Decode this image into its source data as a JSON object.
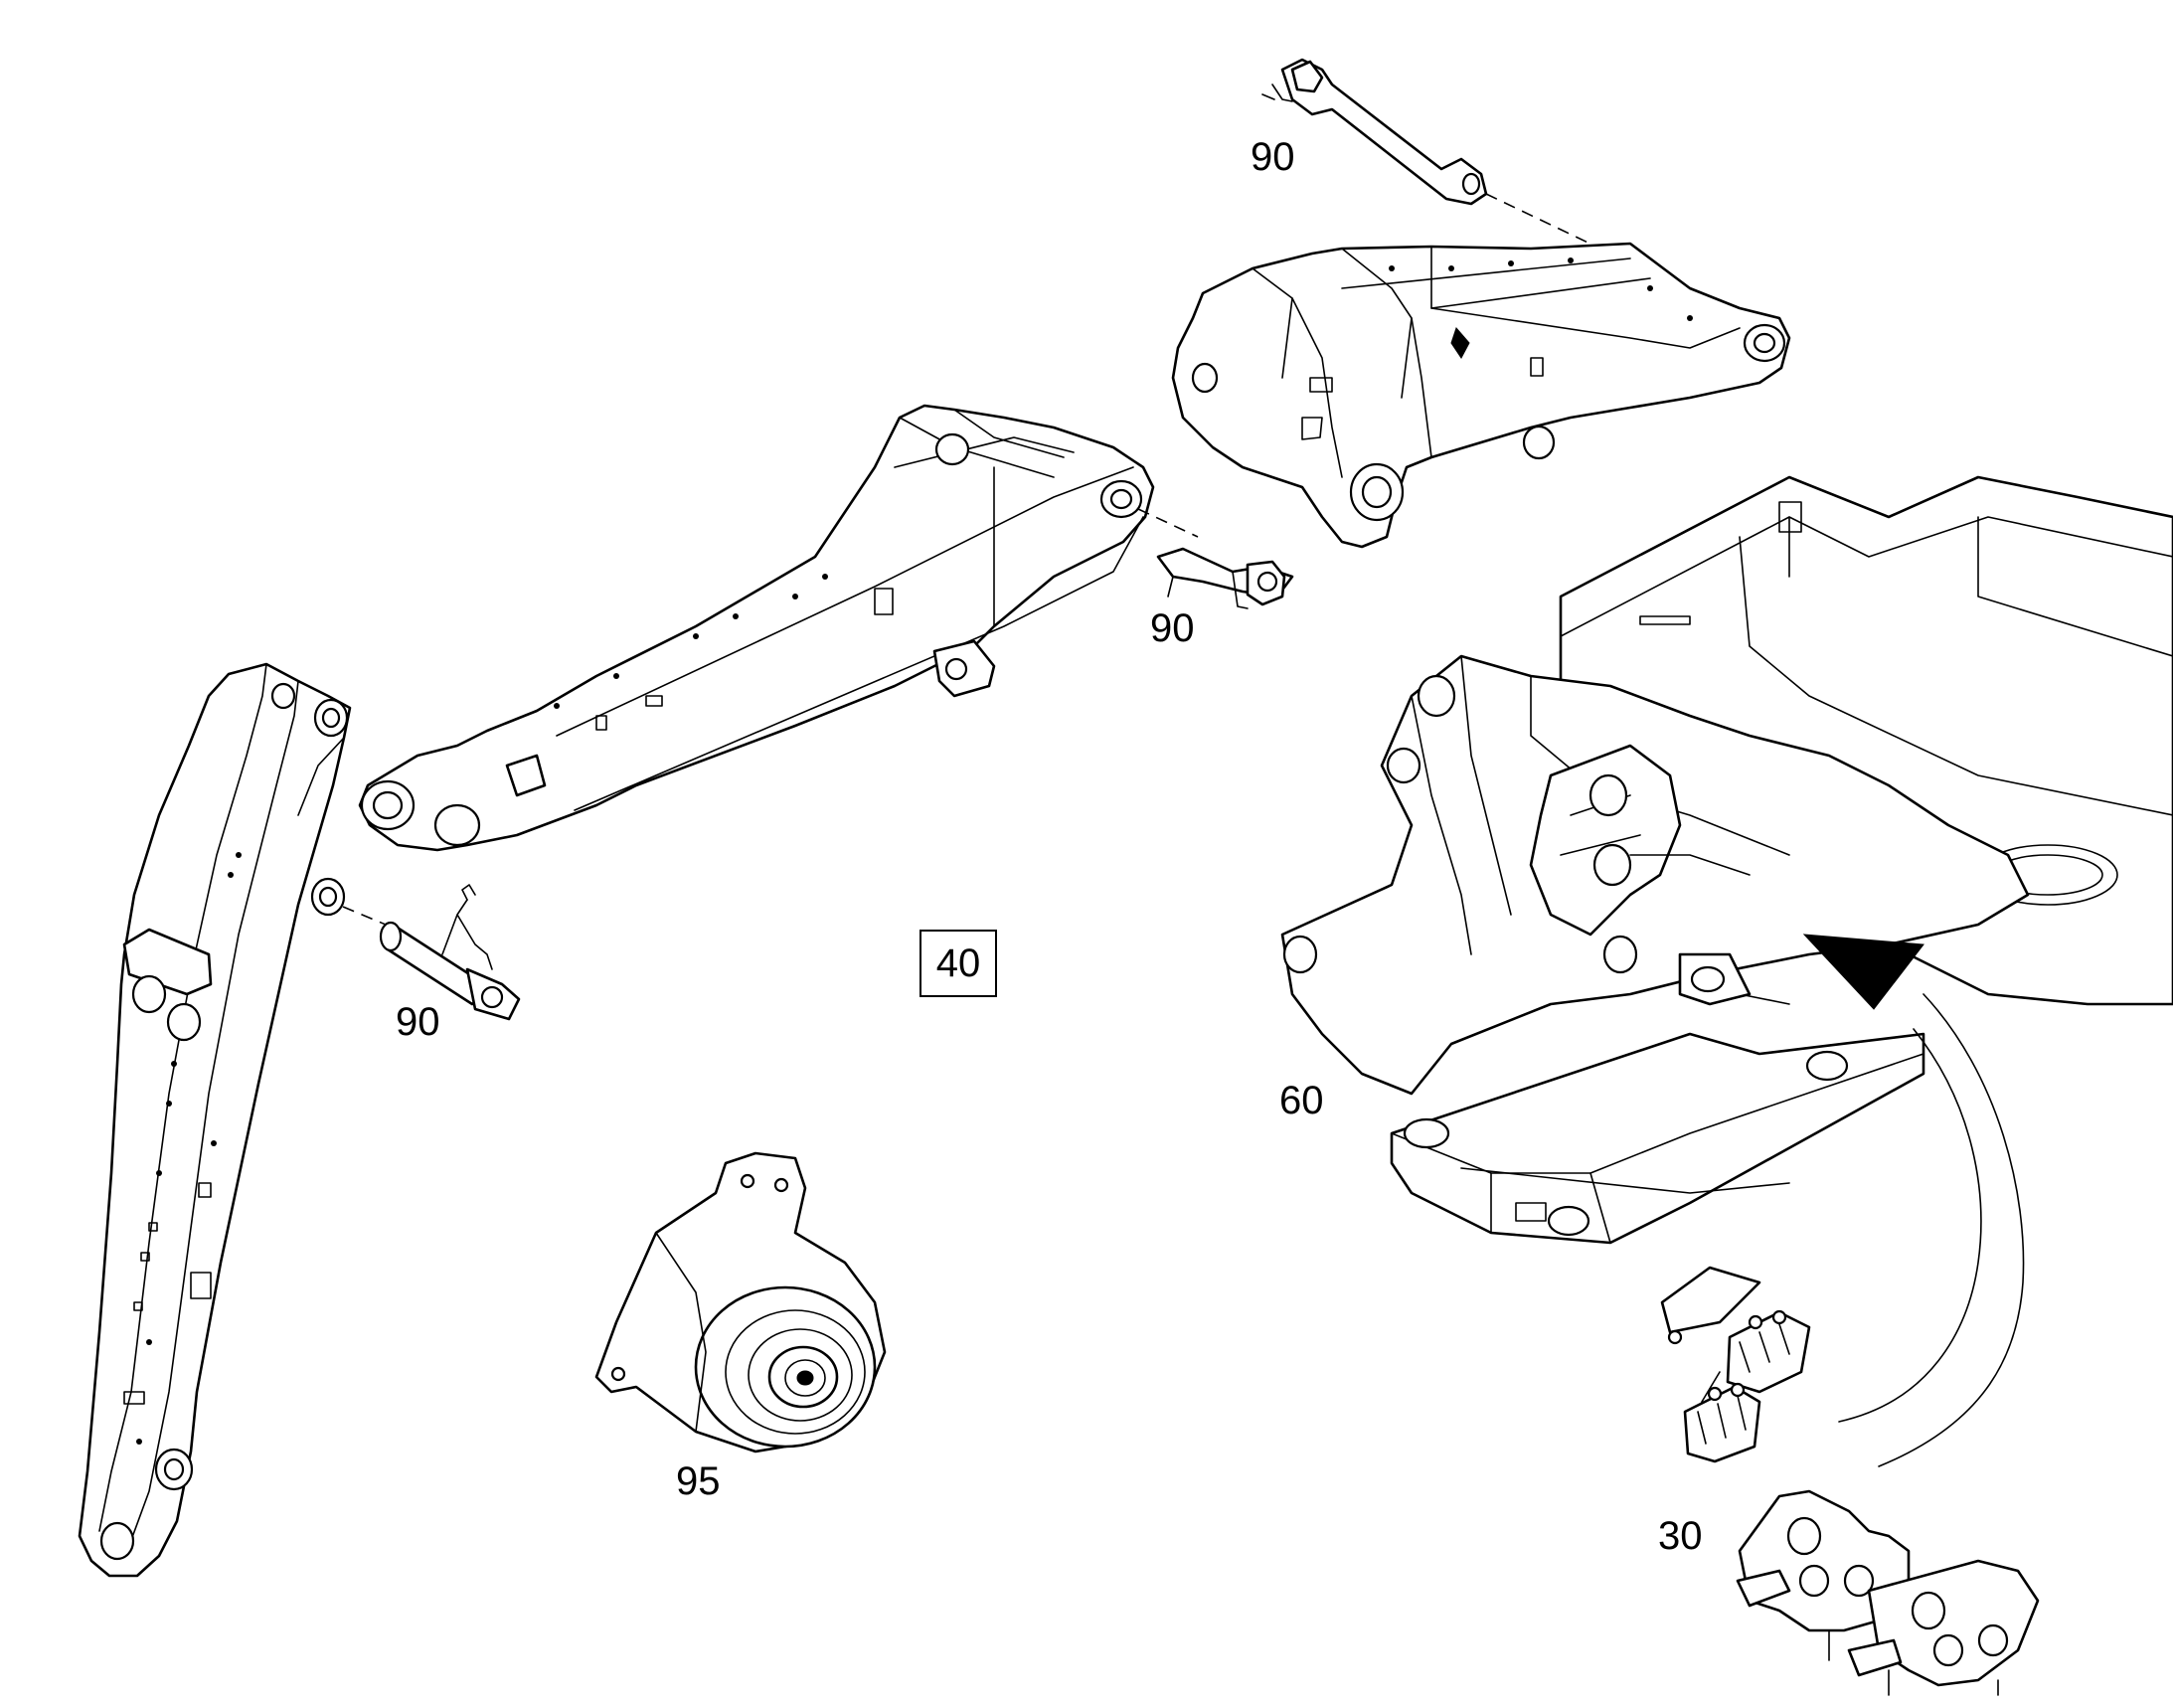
{
  "callouts": {
    "pin_top": "90",
    "pin_mid": "90",
    "pin_left": "90",
    "sheet_ref": "40",
    "frame": "60",
    "drive_motor": "95",
    "valves": "30"
  }
}
